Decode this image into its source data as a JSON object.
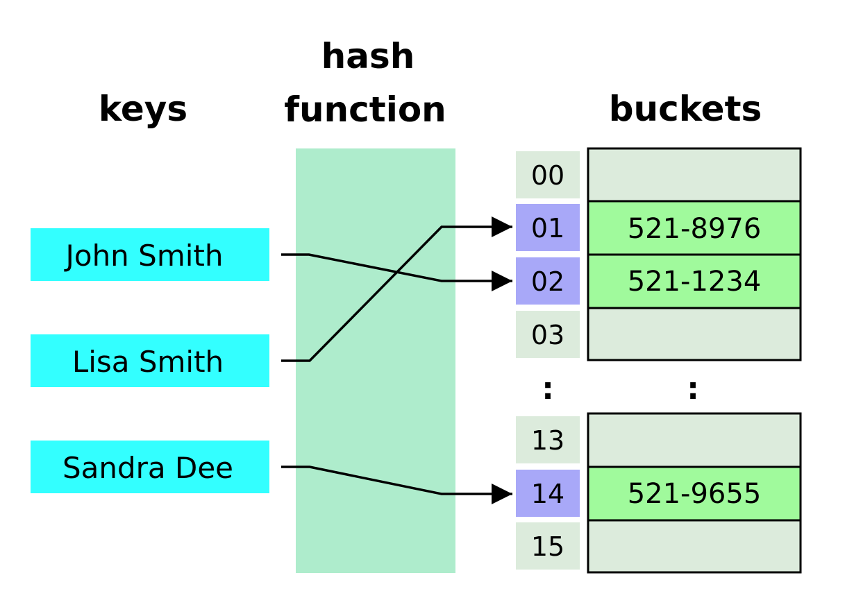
{
  "headings": {
    "keys": "keys",
    "hash_line1": "hash",
    "hash_line2": "function",
    "buckets": "buckets"
  },
  "keys": [
    "John Smith",
    "Lisa Smith",
    "Sandra Dee"
  ],
  "buckets": [
    {
      "index": "00",
      "value": "",
      "highlighted": false
    },
    {
      "index": "01",
      "value": "521-8976",
      "highlighted": true
    },
    {
      "index": "02",
      "value": "521-1234",
      "highlighted": true
    },
    {
      "index": "03",
      "value": "",
      "highlighted": false
    },
    {
      "index": "13",
      "value": "",
      "highlighted": false
    },
    {
      "index": "14",
      "value": "521-9655",
      "highlighted": true
    },
    {
      "index": "15",
      "value": "",
      "highlighted": false
    }
  ],
  "ellipsis": ":",
  "mappings": [
    {
      "key": "John Smith",
      "bucket": "02"
    },
    {
      "key": "Lisa Smith",
      "bucket": "01"
    },
    {
      "key": "Sandra Dee",
      "bucket": "14"
    }
  ],
  "colors": {
    "key_fill": "#33ffff",
    "hash_band": "#aeeccc",
    "index_plain": "#dcebdc",
    "index_highlight": "#a8a8f8",
    "bucket_empty": "#dcebdc",
    "bucket_filled": "#a0fa9c",
    "line": "#000000"
  }
}
